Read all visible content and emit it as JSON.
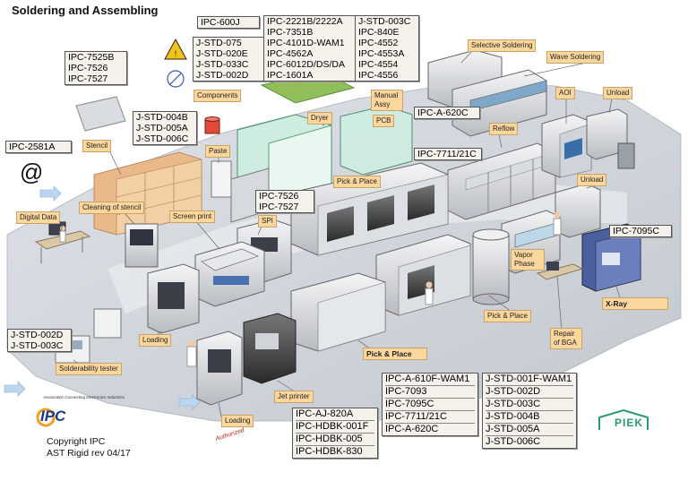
{
  "title": "Soldering and Assembling",
  "standards": {
    "ipc600j": [
      "IPC-600J"
    ],
    "jstd075": [
      "J-STD-075",
      "J-STD-020E",
      "J-STD-033C",
      "J-STD-002D"
    ],
    "ipc2221": [
      "IPC-2221B/2222A",
      "IPC-7351B",
      "IPC-4101D-WAM1",
      "IPC-4562A",
      "IPC-6012D/DS/DA",
      "IPC-1601A"
    ],
    "jstd003": [
      "J-STD-003C",
      "IPC-840E",
      "IPC-4552",
      "IPC-4553A",
      "IPC-4554",
      "IPC-4556"
    ],
    "ipc7525": [
      "IPC-7525B",
      "IPC-7526",
      "IPC-7527"
    ],
    "jstd004": [
      "J-STD-004B",
      "J-STD-005A",
      "J-STD-006C"
    ],
    "ipc2581": [
      "IPC-2581A"
    ],
    "ipc620": [
      "IPC-A-620C"
    ],
    "ipc7711": [
      "IPC-7711/21C"
    ],
    "ipc7526": [
      "IPC-7526",
      "IPC-7527"
    ],
    "ipc7095": [
      "IPC-7095C"
    ],
    "jstd002": [
      "J-STD-002D",
      "J-STD-003C"
    ],
    "ipc610": [
      "IPC-A-610F-WAM1",
      "IPC-7093",
      "IPC-7095C",
      "IPC-7711/21C",
      "IPC-A-620C"
    ],
    "jstd001": [
      "J-STD-001F-WAM1",
      "J-STD-002D",
      "J-STD-003C",
      "J-STD-004B",
      "J-STD-005A",
      "J-STD-006C"
    ],
    "ipcaj": [
      "IPC-AJ-820A",
      "IPC-HDBK-001F",
      "IPC-HDBK-005",
      "IPC-HDBK-830"
    ]
  },
  "labels": {
    "selective_soldering": "Selective Soldering",
    "wave_soldering": "Wave Soldering",
    "components": "Components",
    "manual_assy": "Manual Assy",
    "pcb": "PCB",
    "dryer": "Dryer",
    "aoi": "AOI",
    "unload_top": "Unload",
    "reflow": "Reflow",
    "stencil": "Stencil",
    "paste": "Paste",
    "pick_place_top": "Pick & Place",
    "unload_mid": "Unload",
    "digital_data": "Digital Data",
    "cleaning_stencil": "Cleaning of stencil",
    "screen_print": "Screen print",
    "spi": "SPI",
    "vapor_phase": "Vapor Phase",
    "loading_left": "Loading",
    "pick_place_mid": "Pick & Place",
    "x_ray": "X-Ray",
    "repair_bga": "Repair of BGA",
    "pick_place_bottom": "Pick & Place",
    "solderability": "Solderability tester",
    "jet_printer": "Jet printer",
    "loading_bottom": "Loading"
  },
  "footer": {
    "copyright_1": "Copyright IPC",
    "copyright_2": "AST Rigid rev 04/17",
    "ipc_logo": "IPC",
    "association": "Association Connecting Electronics Industries",
    "piek": "PIEK",
    "signature": "Authorized"
  },
  "icons": {
    "at_sign": "@",
    "esd_warning": "esd-warning-icon",
    "esd_symbol": "esd-protected-icon"
  },
  "colors": {
    "label_fill": "#fbd79e",
    "std_fill": "#f5f2ec",
    "floor": "#cfd3d9",
    "ipc_blue": "#1a3a8c",
    "piek_green": "#2a9a6a"
  }
}
